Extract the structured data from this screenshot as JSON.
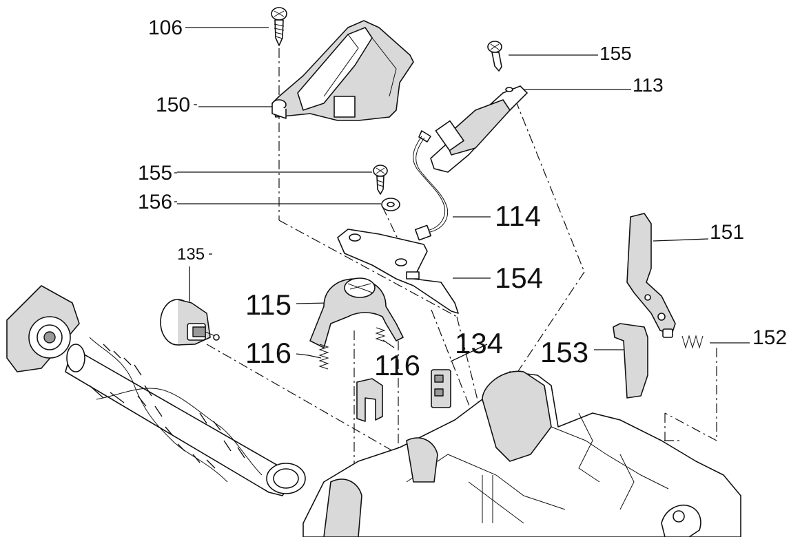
{
  "callouts": {
    "c106": "106",
    "c150": "150",
    "c155a": "155",
    "c156": "156",
    "c155b": "155",
    "c113": "113",
    "c114": "114",
    "c135": "135",
    "c115": "115",
    "c116a": "116",
    "c116b": "116",
    "c154": "154",
    "c134": "134",
    "c153": "153",
    "c151": "151",
    "c152": "152"
  }
}
